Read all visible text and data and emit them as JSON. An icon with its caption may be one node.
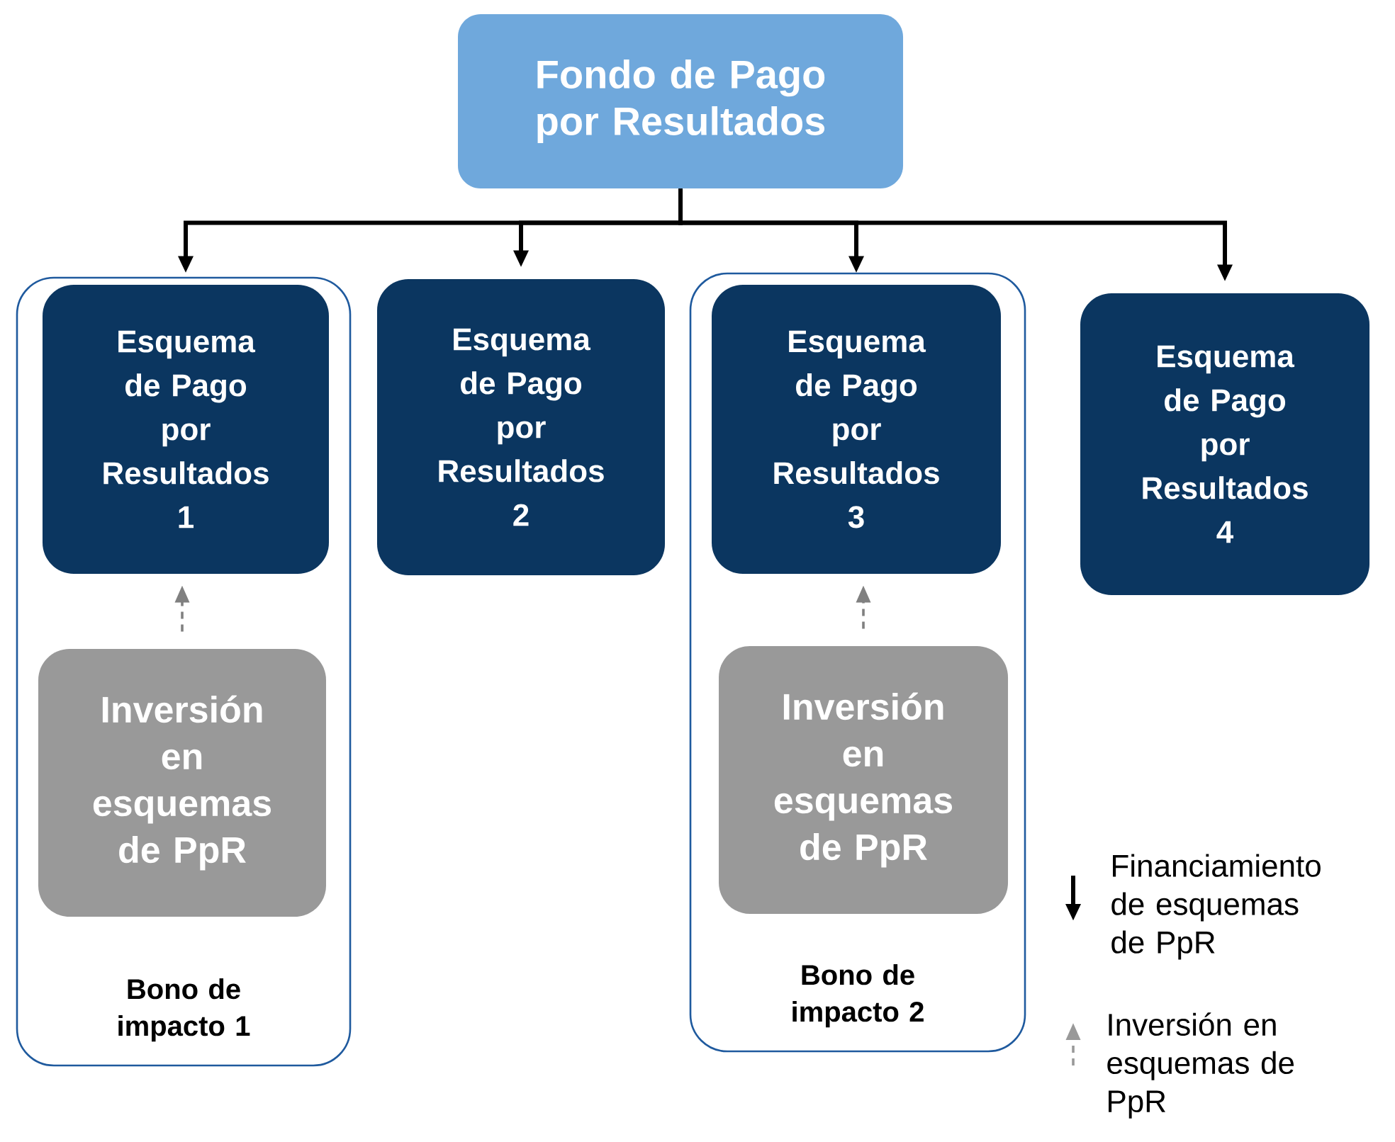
{
  "diagram": {
    "nodes": [
      {
        "text": [
          "Fondo de Pago por Resultados"
        ]
      },
      {
        "text": [
          "Bono de impacto 1"
        ]
      },
      {
        "text": [
          "Esquema de Pago por Resultados 1"
        ],
        "in": 1
      },
      {
        "text": [
          "Inversión en esquemas de PpR"
        ],
        "in": 1
      },
      {
        "text": [
          "Esquema de Pago por Resultados 2"
        ]
      },
      {
        "text": [
          "Bono de impacto 2"
        ]
      },
      {
        "text": [
          "Esquema de Pago por Resultados 3"
        ],
        "in": 5
      },
      {
        "text": [
          "Inversión en esquemas de PpR"
        ],
        "in": 5
      },
      {
        "text": [
          "Esquema de Pago por Resultados 4"
        ]
      }
    ],
    "edges": [
      {
        "from": 0,
        "to": 2,
        "arrow": "to"
      },
      {
        "from": 0,
        "to": 4,
        "arrow": "to"
      },
      {
        "from": 0,
        "to": 6,
        "arrow": "to"
      },
      {
        "from": 0,
        "to": 8,
        "arrow": "to"
      },
      {
        "from": 3,
        "to": 2,
        "arrow": "to",
        "style": "dashed",
        "color": "#808080"
      },
      {
        "from": 7,
        "to": 6,
        "arrow": "to",
        "style": "dashed",
        "color": "#808080"
      }
    ],
    "legend": [
      {
        "text": "Financiamiento de esquemas de PpR"
      },
      {
        "text": "Inversión en esquemas de PpR"
      }
    ]
  }
}
